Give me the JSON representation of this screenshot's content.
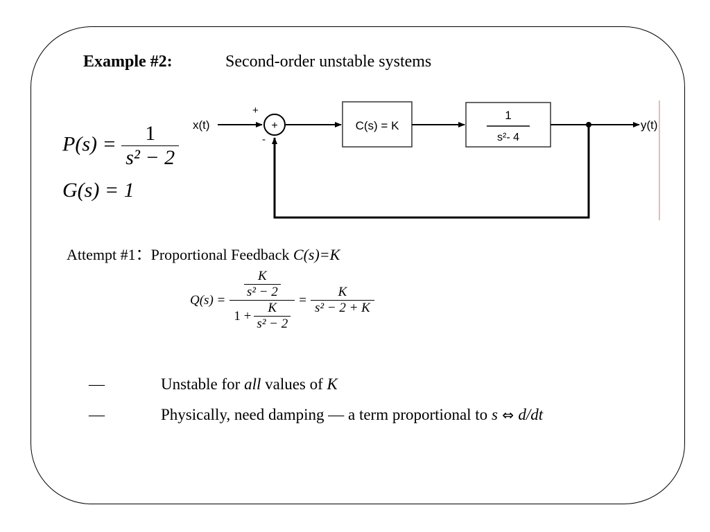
{
  "header": {
    "label": "Example #2:",
    "subtitle": "Second-order unstable systems"
  },
  "plant": {
    "lhs": "P(s) = ",
    "num": "1",
    "den": "s² − 2"
  },
  "sensor": {
    "text": "G(s) = 1"
  },
  "diagram": {
    "input_label": "x(t)",
    "output_label": "y(t)",
    "plus_sign": "+",
    "minus_sign": "-",
    "summer_symbol": "+",
    "controller_label": "C(s) = K",
    "plant_num": "1",
    "plant_den": "s²- 4"
  },
  "attempt": {
    "prefix": "Attempt #1：Proportional Feedback ",
    "italic": "C(s)=K"
  },
  "closed_loop": {
    "lhs": "Q(s) =",
    "inner_num": "K",
    "inner_den": "s² − 2",
    "one_plus": "1 +",
    "eq": "=",
    "rhs_num": "K",
    "rhs_den": "s² − 2 + K"
  },
  "bullets": [
    {
      "dash": "—",
      "parts": [
        "Unstable for ",
        "all",
        " values of ",
        "K"
      ]
    },
    {
      "dash": "—",
      "parts": [
        "Physically, need damping — a term proportional to ",
        "s",
        " ⇔ ",
        "d/dt"
      ]
    }
  ]
}
